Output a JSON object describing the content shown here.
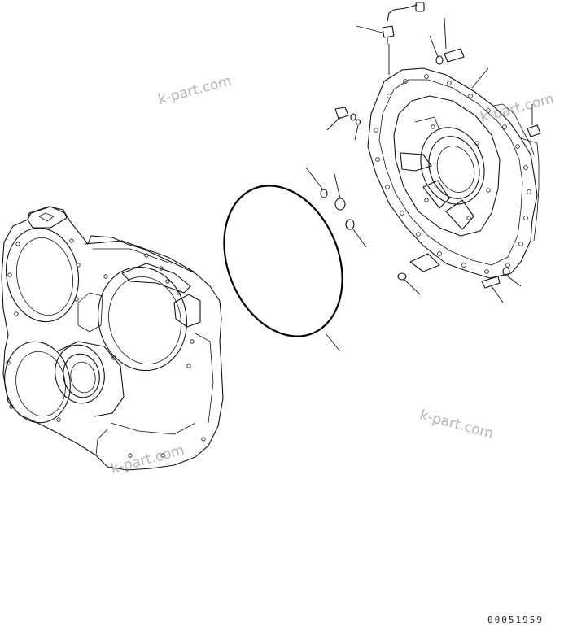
{
  "drawing_code": "00051959",
  "watermarks": [
    "k-part.com",
    "k-part.com",
    "k-part.com",
    "k-part.com"
  ],
  "parts": {
    "transmission_case": "transmission-case",
    "seal_ring": "o-ring",
    "cover_plate": "cover-plate"
  }
}
